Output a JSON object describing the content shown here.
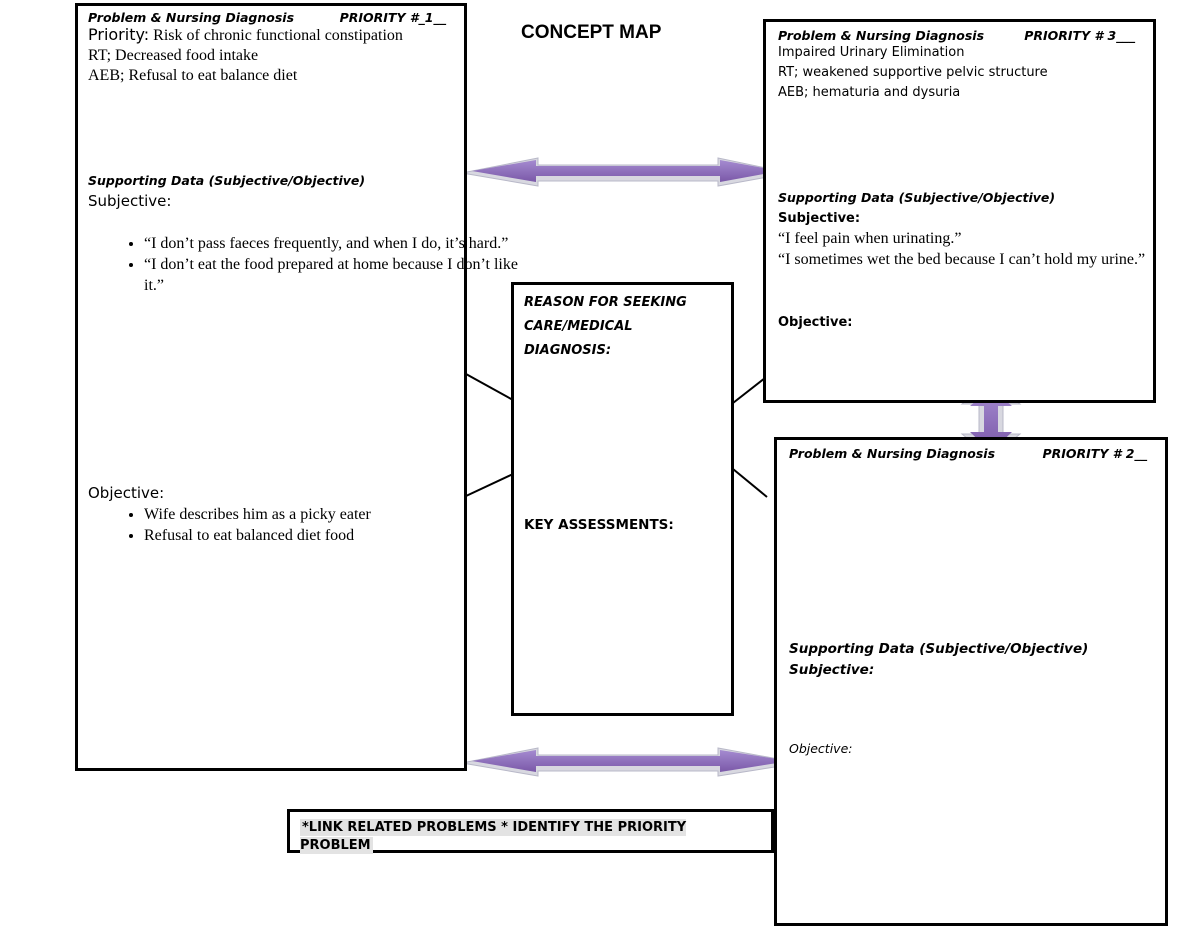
{
  "title": "CONCEPT MAP",
  "box1": {
    "header": "Problem & Nursing Diagnosis",
    "priority": "PRIORITY #_1__",
    "priority_label": "Priority:",
    "priority_text": " Risk of chronic functional constipation",
    "rt": "RT; Decreased food intake",
    "aeb": "AEB; Refusal to eat balance diet",
    "supporting": "Supporting Data (Subjective/Objective)",
    "subjective_label": "Subjective:",
    "subjective_items": [
      "“I don’t pass faeces frequently, and when I do, it’s hard.”",
      "“I don’t eat the food prepared at home because I don’t like it.”"
    ],
    "objective_label": "Objective:",
    "objective_items": [
      "Wife describes him as a picky eater",
      "Refusal to eat balanced diet food"
    ]
  },
  "box3": {
    "header": "Problem & Nursing Diagnosis",
    "priority": "PRIORITY # 3___",
    "line1": "Impaired Urinary Elimination",
    "line2": "RT; weakened supportive pelvic structure",
    "line3": "AEB; hematuria and dysuria",
    "supporting": "Supporting Data (Subjective/Objective)",
    "subjective_label": "Subjective:",
    "subj1": "“I feel pain when urinating.”",
    "subj2": "“I sometimes wet the bed because I can’t hold my urine.”",
    "objective_label": "Objective:"
  },
  "center": {
    "reason": "REASON FOR SEEKING CARE/MEDICAL DIAGNOSIS:",
    "key": "KEY ASSESSMENTS:"
  },
  "box2": {
    "header": "Problem & Nursing Diagnosis",
    "priority": "PRIORITY # 2__",
    "supporting": "Supporting Data (Subjective/Objective)",
    "subjective_label": "Subjective:",
    "objective_label": "Objective:"
  },
  "footer": "*LINK RELATED PROBLEMS * IDENTIFY THE PRIORITY PROBLEM",
  "colors": {
    "arrow": "#8d6fb8",
    "arrow_shadow": "#c9c9d6"
  }
}
